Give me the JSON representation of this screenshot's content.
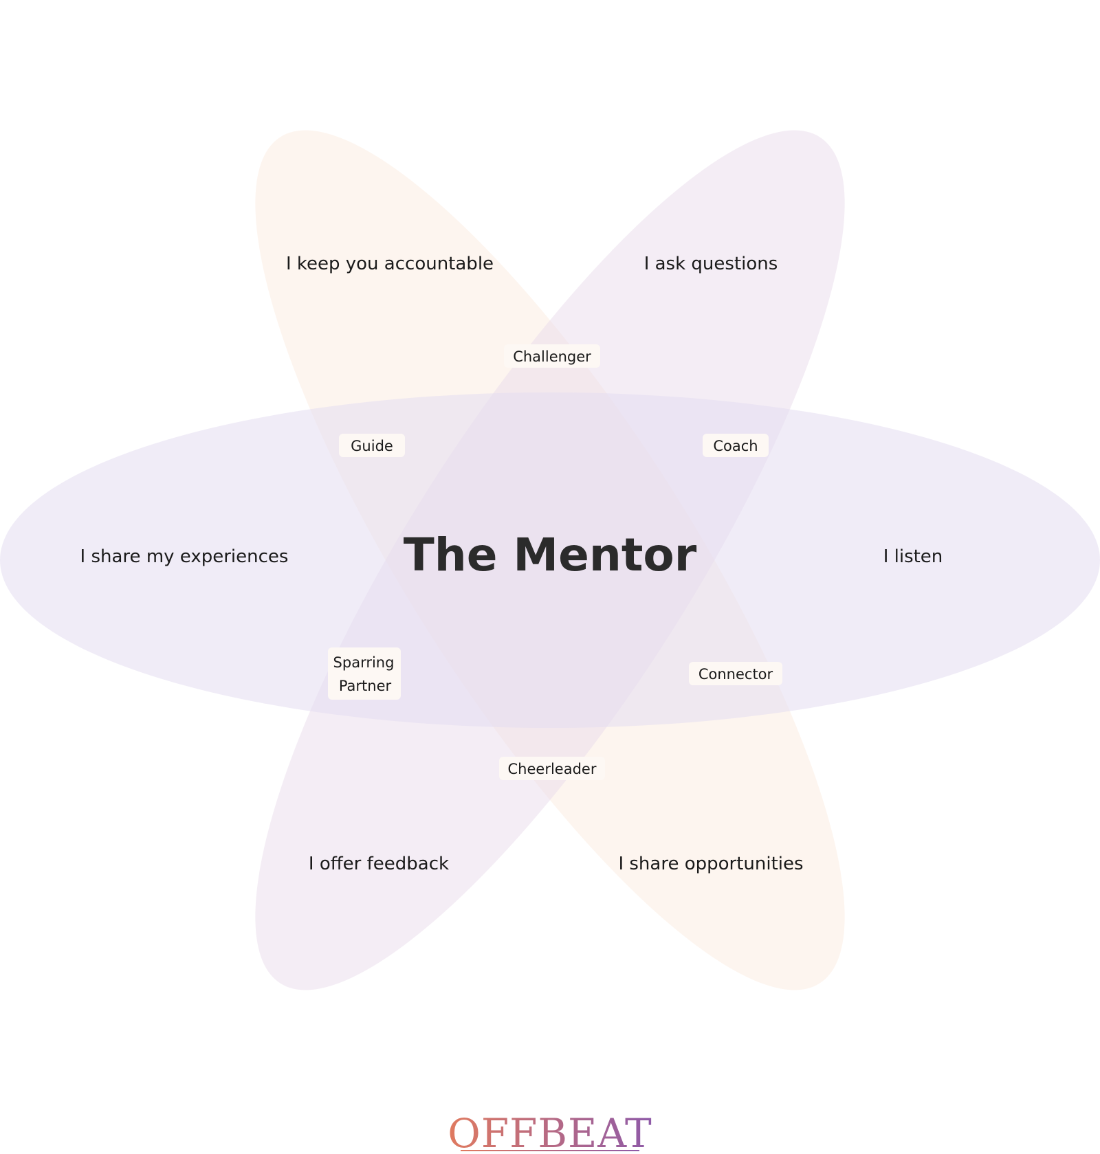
{
  "diagram": {
    "center_title": "The Mentor",
    "petals": [
      {
        "id": "accountable",
        "label": "I keep you accountable",
        "color": "#fbe6da"
      },
      {
        "id": "questions",
        "label": "I ask questions",
        "color": "#e9dcec"
      },
      {
        "id": "experiences",
        "label": "I share my experiences",
        "color": "#e3dcf1"
      },
      {
        "id": "listen",
        "label": "I listen",
        "color": "#e3dcf1"
      },
      {
        "id": "feedback",
        "label": "I offer feedback",
        "color": "#e9dcec"
      },
      {
        "id": "opportunities",
        "label": "I share opportunities",
        "color": "#fbe6da"
      }
    ],
    "roles": [
      {
        "id": "challenger",
        "lines": [
          "Challenger"
        ]
      },
      {
        "id": "guide",
        "lines": [
          "Guide"
        ]
      },
      {
        "id": "coach",
        "lines": [
          "Coach"
        ]
      },
      {
        "id": "sparring-partner",
        "lines": [
          "Sparring",
          "Partner"
        ]
      },
      {
        "id": "connector",
        "lines": [
          "Connector"
        ]
      },
      {
        "id": "cheerleader",
        "lines": [
          "Cheerleader"
        ]
      }
    ]
  },
  "brand": {
    "name": "OFFBEAT",
    "gradient": [
      "#e07a5f",
      "#8e5aa8"
    ]
  }
}
